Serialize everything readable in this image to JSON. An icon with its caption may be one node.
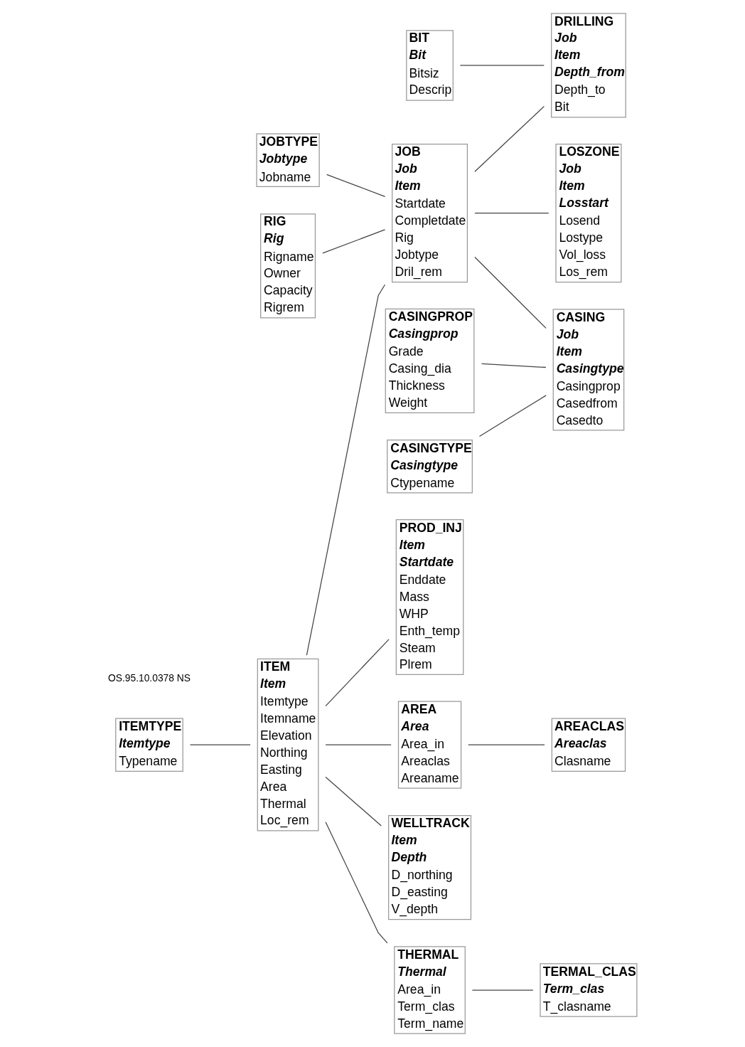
{
  "diagram": {
    "nodes": [
      {
        "text": [
          "PROD_INJ",
          "Item Startdate",
          "Enddate Mass WHP Enth_temp Steam Plrem"
        ]
      },
      {
        "text": [
          "ITEM",
          "Item",
          "Itemtype Itemname Elevation Northing Easting Area Thermal Loc_rem"
        ]
      },
      {
        "text": [
          "ITEMTYPE",
          "Itemtype",
          "Typename"
        ]
      },
      {
        "text": [
          "AREACLAS",
          "Areaclas",
          "Clasname"
        ]
      },
      {
        "text": [
          "AREA",
          "Area",
          "Area_in Areaclas Areaname"
        ]
      },
      {
        "text": [
          "WELLTRACK",
          "Item Depth",
          "D_northing D_easting V_depth"
        ]
      },
      {
        "text": [
          "TERMAL_CLAS",
          "Term_clas",
          "T_clasname"
        ]
      },
      {
        "text": [
          "THERMAL",
          "Thermal",
          "Area_in Term_clas Term_name"
        ]
      },
      {
        "text": [
          "JOB",
          "Job Item",
          "Startdate Completdate Rig Jobtype Dril_rem"
        ]
      },
      {
        "text": [
          "LOSZONE",
          "Job Item Losstart",
          "Losend Lostype Vol_loss Los_rem"
        ]
      },
      {
        "text": [
          "RIG",
          "Rig",
          "Rigname Owner Capacity Rigrem"
        ]
      },
      {
        "text": [
          "DRILLING",
          "Job Item Depth_from",
          "Depth_to Bit"
        ]
      },
      {
        "text": [
          "CASINGTYPE",
          "Casingtype",
          "Ctypename"
        ]
      },
      {
        "text": [
          "JOBTYPE",
          "Jobtype",
          "Jobname"
        ]
      },
      {
        "text": [
          "CASING",
          "Job Item Casingtype",
          "Casingprop Casedfrom Casedto"
        ]
      },
      {
        "text": [
          "CASINGPROP",
          "Casingprop",
          "Grade Casing_dia Thickness Weight"
        ]
      },
      {
        "text": [
          "BIT",
          "Bit",
          "Bitsiz Descrip"
        ]
      }
    ],
    "edges": [
      {
        "from": 1,
        "to": 0,
        "arrow": "none"
      },
      {
        "from": 2,
        "to": 1,
        "arrow": "none"
      },
      {
        "from": 1,
        "to": 4,
        "arrow": "none"
      },
      {
        "from": 1,
        "to": 7,
        "arrow": "none"
      },
      {
        "from": 4,
        "to": 3,
        "arrow": "none"
      },
      {
        "from": 7,
        "to": 6,
        "arrow": "none"
      },
      {
        "from": 1,
        "to": 5,
        "arrow": "none"
      },
      {
        "from": 1,
        "to": 8,
        "arrow": "none"
      },
      {
        "from": 10,
        "to": 8,
        "arrow": "none"
      },
      {
        "from": 13,
        "to": 8,
        "arrow": "none"
      },
      {
        "from": 8,
        "to": 9,
        "arrow": "none"
      },
      {
        "from": 8,
        "to": 11,
        "arrow": "none"
      },
      {
        "from": 8,
        "to": 14,
        "arrow": "none"
      },
      {
        "from": 12,
        "to": 14,
        "arrow": "none"
      },
      {
        "from": 15,
        "to": 14,
        "arrow": "none"
      },
      {
        "from": 16,
        "to": 11,
        "arrow": "none"
      }
    ],
    "labels": [
      "OS.95.10.0378 NS"
    ]
  }
}
